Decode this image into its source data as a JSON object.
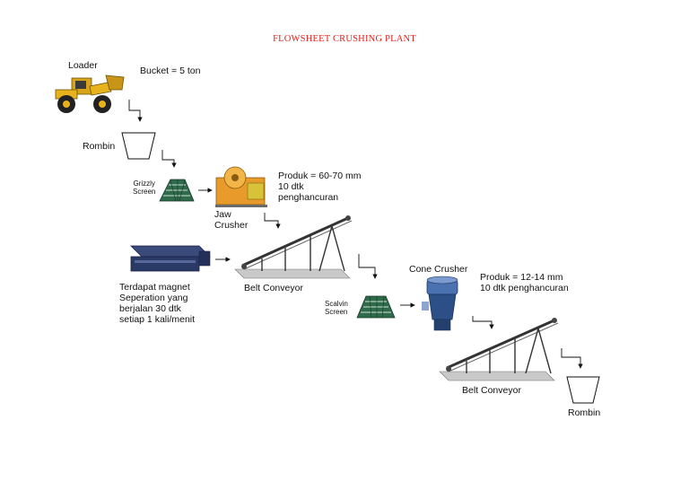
{
  "title": "FLOWSHEET CRUSHING PLANT",
  "loader": {
    "label": "Loader",
    "note": "Bucket = 5 ton"
  },
  "rombin_top": {
    "label": "Rombin"
  },
  "grizzly": {
    "label_line1": "Grizzly",
    "label_line2": "Screen"
  },
  "jaw_crusher": {
    "label_line1": "Jaw",
    "label_line2": "Crusher",
    "product_lines": [
      "Produk = 60-70 mm",
      "10 dtk",
      "penghancuran"
    ]
  },
  "magnet": {
    "lines": [
      "Terdapat magnet",
      "Seperation yang",
      "berjalan 30 dtk",
      "setiap 1 kali/menit"
    ]
  },
  "belt_conveyor_1": {
    "label": "Belt Conveyor"
  },
  "scalvin": {
    "label_line1": "Scalvin",
    "label_line2": "Screen"
  },
  "cone_crusher": {
    "label": "Cone Crusher",
    "product_lines": [
      "Produk = 12-14 mm",
      "10 dtk penghancuran"
    ]
  },
  "belt_conveyor_2": {
    "label": "Belt Conveyor"
  },
  "rombin_bottom": {
    "label": "Rombin"
  },
  "colors": {
    "title": "#e0201c",
    "loader_yellow": "#e8b21c",
    "screen_green": "#2f6b4a",
    "jaw_orange": "#e89a2a",
    "cone_blue": "#2b4f86",
    "magnet_navy": "#2a3a66"
  }
}
